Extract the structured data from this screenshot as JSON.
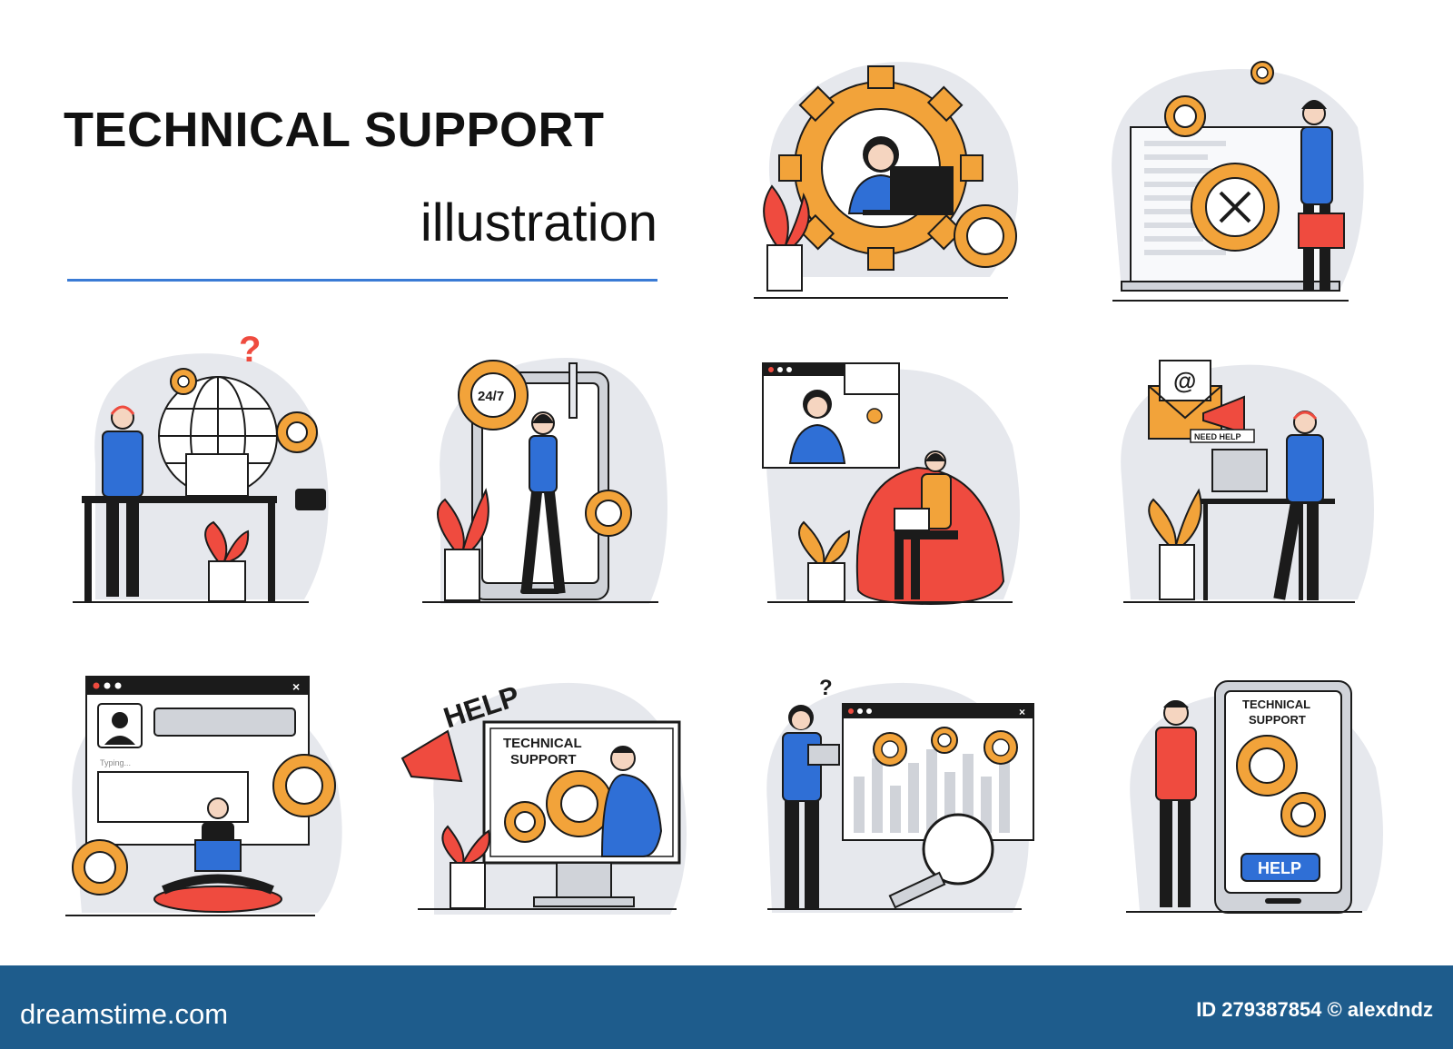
{
  "header": {
    "title": "TECHNICAL SUPPORT",
    "subtitle": "illustration"
  },
  "colors": {
    "orange": "#f2a33a",
    "blue": "#2f6fd6",
    "red": "#ef4b3f",
    "gray": "#e6e8ed",
    "dark": "#1b1b1b",
    "footer": "#1e5c8c"
  },
  "scenes": {
    "support_247": {
      "badge": "24/7"
    },
    "email_help": {
      "email_symbol": "@",
      "tag": "NEED HELP"
    },
    "chat": {
      "typing": "Typing..."
    },
    "monitor": {
      "megaphone_word": "HELP",
      "screen_line1": "TECHNICAL",
      "screen_line2": "SUPPORT"
    },
    "analytics": {
      "question": "?"
    },
    "phone_help": {
      "screen_line1": "TECHNICAL",
      "screen_line2": "SUPPORT",
      "button": "HELP"
    },
    "globe": {
      "question": "?"
    }
  },
  "footer": {
    "brand": "dreamstime.com",
    "credit": "ID 279387854 © alexdndz"
  }
}
